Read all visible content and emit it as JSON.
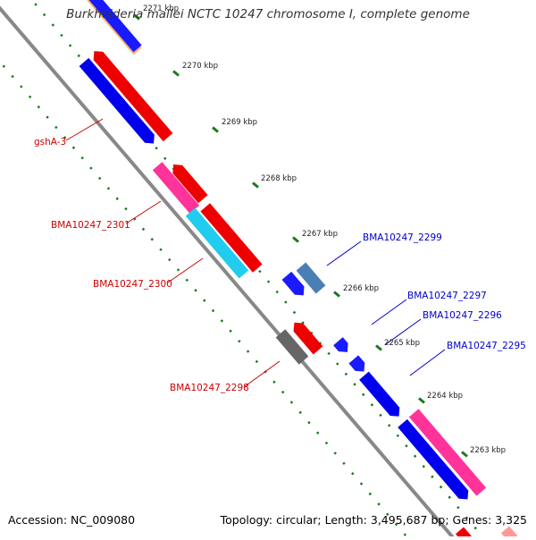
{
  "title": "Burkholderia mallei NCTC 10247 chromosome I, complete genome",
  "footer": {
    "accession": "Accession: NC_009080",
    "summary": "Topology: circular; Length: 3,495,687 bp; Genes: 3,325"
  },
  "colors": {
    "backbone": "#888888",
    "ticks": "#1a7a1a",
    "label_forward": "#0000cc",
    "label_reverse": "#cc0000"
  },
  "ticks": [
    {
      "kbp": 2271,
      "label": "2271 kbp"
    },
    {
      "kbp": 2270,
      "label": "2270 kbp"
    },
    {
      "kbp": 2269,
      "label": "2269 kbp"
    },
    {
      "kbp": 2268,
      "label": "2268 kbp"
    },
    {
      "kbp": 2267,
      "label": "2267 kbp"
    },
    {
      "kbp": 2266,
      "label": "2266 kbp"
    },
    {
      "kbp": 2265,
      "label": "2265 kbp"
    },
    {
      "kbp": 2264,
      "label": "2264 kbp"
    },
    {
      "kbp": 2263,
      "label": "2263 kbp"
    }
  ],
  "gene_labels": [
    {
      "name": "gshA-3",
      "strand": "reverse"
    },
    {
      "name": "BMA10247_2301",
      "strand": "reverse"
    },
    {
      "name": "BMA10247_2300",
      "strand": "reverse"
    },
    {
      "name": "BMA10247_2298",
      "strand": "reverse"
    },
    {
      "name": "BMA10247_2299",
      "strand": "forward"
    },
    {
      "name": "BMA10247_2297",
      "strand": "forward"
    },
    {
      "name": "BMA10247_2296",
      "strand": "forward"
    },
    {
      "name": "BMA10247_2295",
      "strand": "forward"
    }
  ]
}
